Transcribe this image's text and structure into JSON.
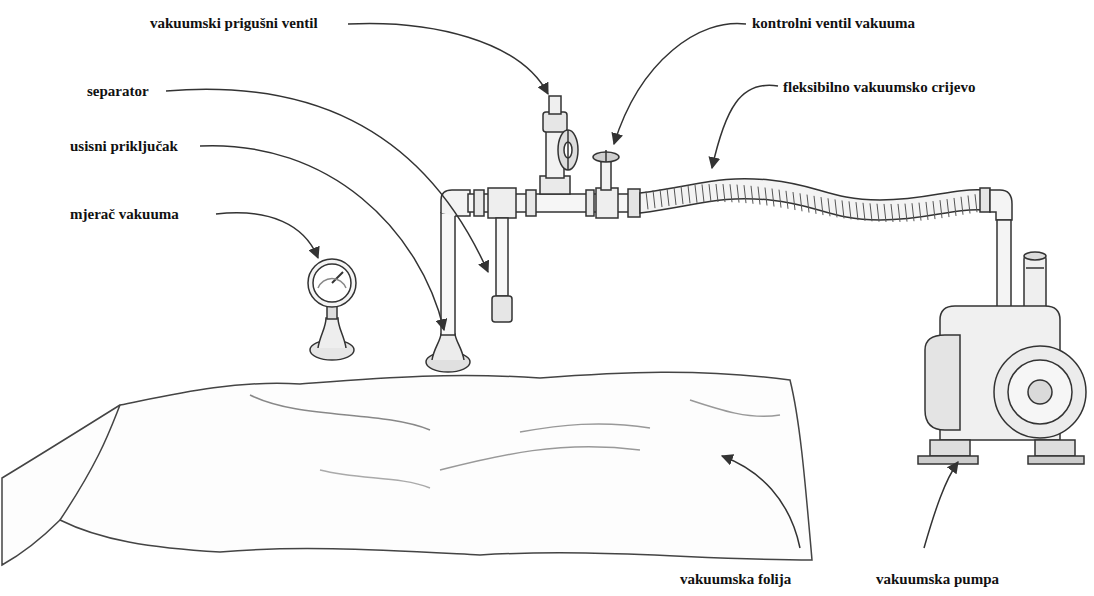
{
  "diagram": {
    "labels": [
      "vakuumski prigušni ventil",
      "kontrolni ventil vakuuma",
      "separator",
      "fleksibilno vakuumsko crijevo",
      "usisni priključak",
      "mjerač vakuuma",
      "vakuumska folija",
      "vakuumska pumpa"
    ]
  }
}
